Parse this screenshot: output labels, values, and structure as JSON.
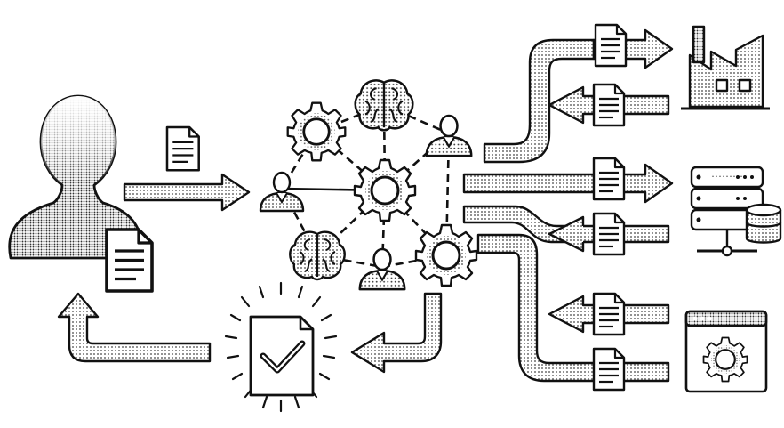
{
  "colors": {
    "ink": "#111111",
    "paper": "#ffffff",
    "halftone": "#444444",
    "light_fill": "#f2f2f2"
  },
  "icons": {
    "user": "person-silhouette-icon",
    "document": "document-icon",
    "gear": "gear-icon",
    "brain": "brain-icon",
    "person": "person-icon",
    "factory": "factory-icon",
    "server": "server-stack-icon",
    "database": "database-icon",
    "app_window": "settings-window-icon",
    "approved": "approved-document-icon"
  },
  "nodes": [
    {
      "id": "gear-top-left",
      "kind": "gear"
    },
    {
      "id": "brain-top",
      "kind": "brain"
    },
    {
      "id": "person-top-right",
      "kind": "person"
    },
    {
      "id": "person-left",
      "kind": "person"
    },
    {
      "id": "gear-center",
      "kind": "gear"
    },
    {
      "id": "brain-bottom-left",
      "kind": "brain"
    },
    {
      "id": "person-bottom",
      "kind": "person"
    },
    {
      "id": "gear-bottom-right",
      "kind": "gear"
    }
  ],
  "edges": [
    [
      "gear-top-left",
      "brain-top"
    ],
    [
      "brain-top",
      "person-top-right"
    ],
    [
      "gear-top-left",
      "person-left"
    ],
    [
      "gear-top-left",
      "gear-center"
    ],
    [
      "brain-top",
      "gear-center"
    ],
    [
      "person-top-right",
      "gear-center"
    ],
    [
      "person-left",
      "gear-center"
    ],
    [
      "person-left",
      "brain-bottom-left"
    ],
    [
      "gear-center",
      "brain-bottom-left"
    ],
    [
      "gear-center",
      "person-bottom"
    ],
    [
      "gear-center",
      "gear-bottom-right"
    ],
    [
      "brain-bottom-left",
      "person-bottom"
    ],
    [
      "person-bottom",
      "gear-bottom-right"
    ],
    [
      "person-top-right",
      "gear-bottom-right"
    ]
  ],
  "external_systems": [
    {
      "id": "factory",
      "icon": "factory-icon",
      "flows": [
        "outbound",
        "inbound"
      ]
    },
    {
      "id": "server",
      "icon": "server-stack-icon",
      "flows": [
        "outbound",
        "inbound"
      ]
    },
    {
      "id": "app",
      "icon": "settings-window-icon",
      "flows": [
        "inbound",
        "inbound"
      ]
    }
  ]
}
